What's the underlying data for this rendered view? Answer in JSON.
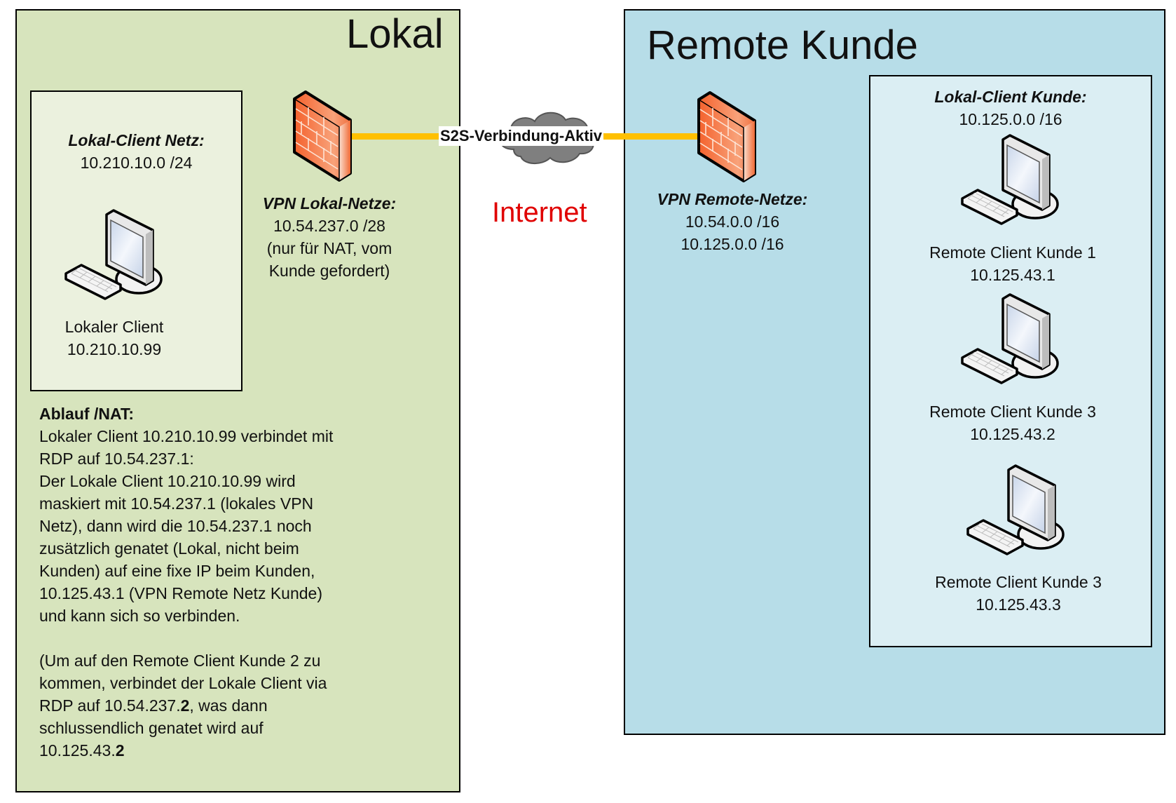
{
  "colors": {
    "lokal_zone": "#d7e4bd",
    "lokal_subnet": "#ebf1de",
    "remote_zone": "#b7dde8",
    "remote_subnet": "#dbeef3",
    "tunnel": "#ffc000",
    "internet_text": "#e00000",
    "firewall": "#f26b3a",
    "cloud": "#808080"
  },
  "lokal": {
    "title": "Lokal",
    "subnet": {
      "heading": "Lokal-Client Netz:",
      "network": "10.210.10.0 /24",
      "client": {
        "icon": "workstation-icon",
        "name": "Lokaler Client",
        "ip": "10.210.10.99"
      }
    },
    "firewall": {
      "icon": "firewall-icon",
      "heading": "VPN Lokal-Netze:",
      "lines": [
        "10.54.237.0 /28",
        "(nur für NAT, vom",
        "Kunde gefordert)"
      ]
    },
    "nat": {
      "heading": "Ablauf /NAT:",
      "paragraph1": [
        "Lokaler Client 10.210.10.99 verbindet mit",
        "RDP auf 10.54.237.1:",
        "Der Lokale Client 10.210.10.99 wird",
        "maskiert mit 10.54.237.1 (lokales VPN",
        "Netz), dann wird die 10.54.237.1 noch",
        "zusätzlich genatet (Lokal, nicht beim",
        "Kunden) auf eine fixe IP beim Kunden,",
        "10.125.43.1 (VPN Remote Netz Kunde)",
        "und kann sich so verbinden."
      ],
      "paragraph2": {
        "line1": "(Um auf den Remote Client Kunde 2 zu",
        "line2": "kommen, verbindet der Lokale Client via",
        "line3_prefix": "RDP auf 10.54.237.",
        "line3_bold": "2",
        "line3_suffix": ", was dann",
        "line4": "schlussendlich genatet wird auf",
        "line5_prefix": "10.125.43.",
        "line5_bold": "2"
      }
    }
  },
  "internet": {
    "label": "Internet",
    "icon": "cloud-icon",
    "tunnel_label": "S2S-Verbindung-Aktiv"
  },
  "remote": {
    "title": "Remote Kunde",
    "firewall": {
      "icon": "firewall-icon",
      "heading": "VPN Remote-Netze:",
      "lines": [
        "10.54.0.0 /16",
        "10.125.0.0 /16"
      ]
    },
    "subnet": {
      "heading": "Lokal-Client Kunde:",
      "network": "10.125.0.0 /16",
      "clients": [
        {
          "icon": "workstation-icon",
          "name": "Remote Client Kunde 1",
          "ip": "10.125.43.1"
        },
        {
          "icon": "workstation-icon",
          "name": "Remote Client Kunde 3",
          "ip": "10.125.43.2"
        },
        {
          "icon": "workstation-icon",
          "name": "Remote Client Kunde 3",
          "ip": "10.125.43.3"
        }
      ]
    }
  }
}
